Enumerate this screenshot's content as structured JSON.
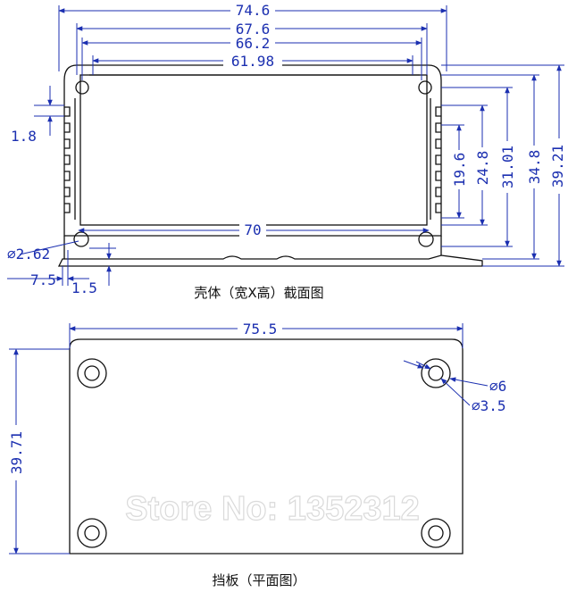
{
  "top_view": {
    "caption": "壳体（宽X高）截面图",
    "dims": {
      "w_74_6": "74.6",
      "w_67_6": "67.6",
      "w_66_2": "66.2",
      "w_61_98": "61.98",
      "w_70": "70",
      "t_1_8": "1.8",
      "d_2_62": "⌀2.62",
      "w_7_5": "7.5",
      "w_1_5": "1.5",
      "h_19_6": "19.6",
      "h_24_8": "24.8",
      "h_31_01": "31.01",
      "h_34_8": "34.8",
      "h_39_21": "39.21"
    }
  },
  "bottom_view": {
    "caption": "挡板（平面图）",
    "dims": {
      "w_75_5": "75.5",
      "h_39_71": "39.71",
      "d_6": "⌀6",
      "d_3_5": "⌀3.5"
    }
  },
  "watermark": "Store No: 1352312",
  "colors": {
    "dimension": "#1b2fb0",
    "outline": "#111111"
  }
}
